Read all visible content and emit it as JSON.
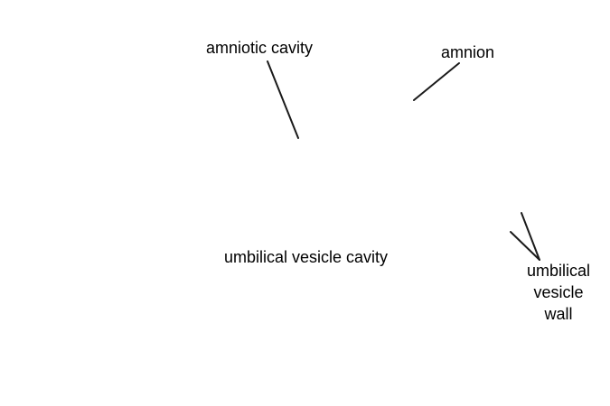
{
  "labels": {
    "amniotic_cavity": "amniotic cavity",
    "amnion": "amnion",
    "umbilical_vesicle_cavity": "umbilical vesicle cavity",
    "umbilical_vesicle_wall": [
      "umbilical",
      "vesicle",
      "wall"
    ]
  },
  "colors": {
    "background": "#ffffff",
    "text": "#000000",
    "leader_line": "#1a1a1a"
  }
}
